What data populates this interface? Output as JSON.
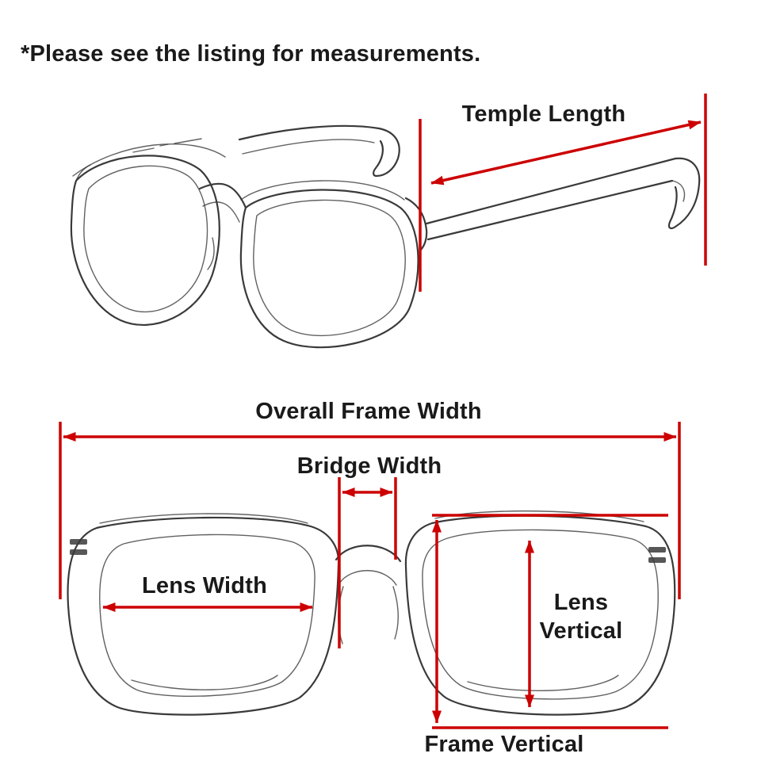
{
  "note": "*Please see the listing for measurements.",
  "labels": {
    "temple_length": "Temple Length",
    "overall_frame_width": "Overall Frame Width",
    "bridge_width": "Bridge Width",
    "lens_width": "Lens Width",
    "lens_vertical": "Lens Vertical",
    "frame_vertical": "Frame Vertical"
  },
  "colors": {
    "measurement_red": "#cc0000",
    "sketch_gray": "#3a3a3a",
    "text_black": "#1a1a1a",
    "background": "#ffffff"
  }
}
